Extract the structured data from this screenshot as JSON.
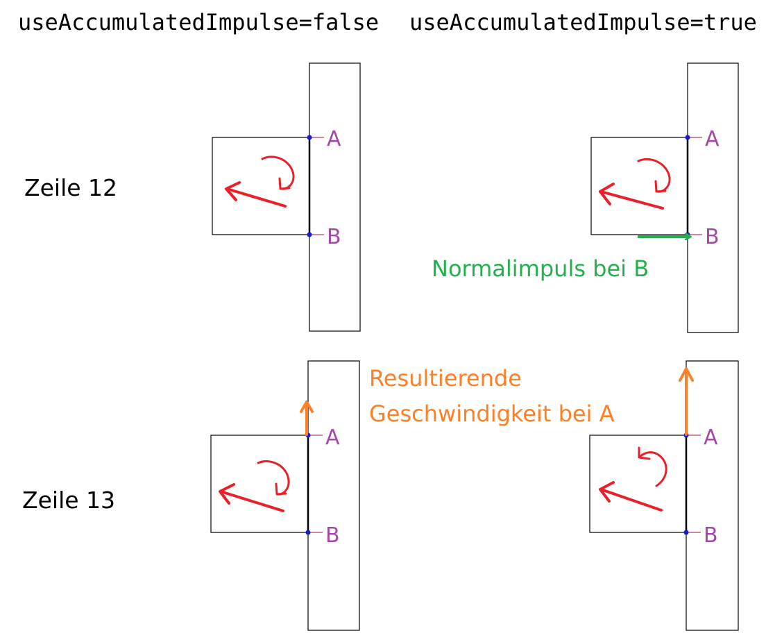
{
  "column_titles": {
    "left": "useAccumulatedImpulse=false",
    "right": "useAccumulatedImpulse=true"
  },
  "row_labels": {
    "top": "Zeile 12",
    "bottom": "Zeile 13"
  },
  "points": {
    "a": "A",
    "b": "B"
  },
  "annotations": {
    "normal_impulse": "Normalimpuls bei B",
    "resulting_velocity_line1": "Resultierende",
    "resulting_velocity_line2": "Geschwindigkeit bei A"
  },
  "colors": {
    "rotation_arrows": "#e8202a",
    "normal_impulse": "#22b14c",
    "resulting_velocity": "#ff7f27",
    "point_labels": "#a349a4",
    "contact_points": "#1a1ad6"
  }
}
